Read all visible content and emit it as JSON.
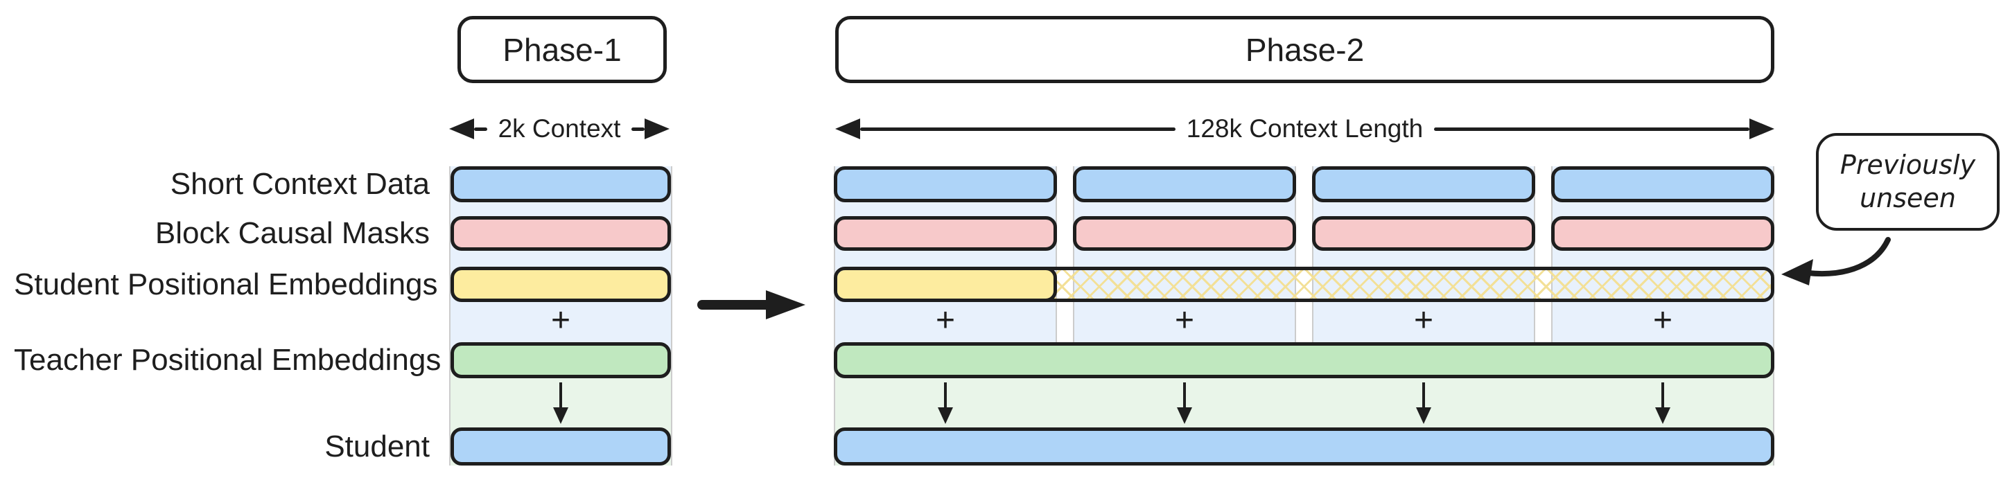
{
  "diagram": {
    "phase1": {
      "title": "Phase-1",
      "context": "2k Context"
    },
    "phase2": {
      "title": "Phase-2",
      "context": "128k Context Length"
    },
    "rows": {
      "short_context_data": "Short Context Data",
      "block_causal_masks": "Block Causal Masks",
      "student_pos_emb": "Student Positional Embeddings",
      "teacher_pos_emb": "Teacher Positional Embeddings",
      "student": "Student"
    },
    "operators": {
      "plus": "+"
    },
    "annotation": {
      "line1": "Previously",
      "line2": "unseen"
    }
  },
  "colors": {
    "bar-blue": "#aed4f8",
    "bar-pink": "#f7c9ca",
    "bar-yellow": "#fdec9f",
    "bar-green": "#c0e8bf",
    "strip-blue": "#e8f1fc",
    "strip-green": "#e9f5e9",
    "hatch": "#f3e097",
    "ink": "#1e1e1e"
  }
}
